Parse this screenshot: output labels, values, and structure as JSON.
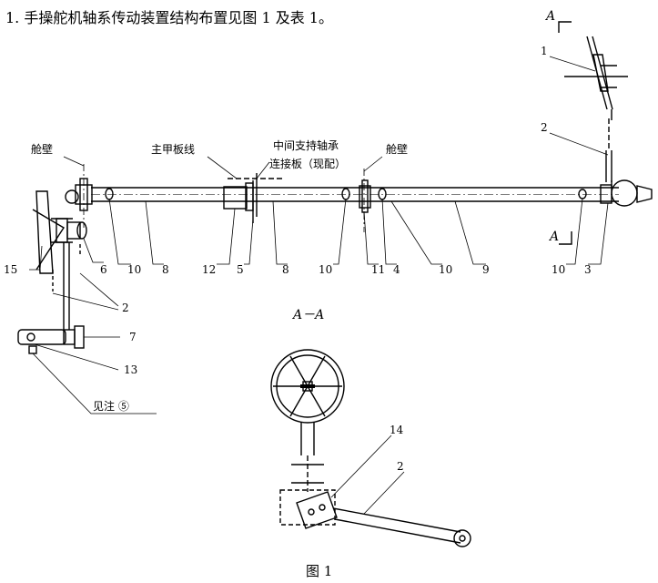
{
  "heading": "1. 手操舵机轴系传动装置结构布置见图 1 及表 1。",
  "labels": {
    "bulkhead_left": "舱壁",
    "main_deck_line": "主甲板线",
    "intermediate_bearing": "中间支持轴承",
    "connecting_plate": "连接板（现配）",
    "bulkhead_right": "舱壁",
    "see_note": "见注 ⑤",
    "section_top_letter": "A",
    "section_bottom_letter": "A",
    "section_title": "A－A",
    "figure_caption": "图 1"
  },
  "callouts": {
    "c15": "15",
    "c6": "6",
    "c10a": "10",
    "c8a": "8",
    "c12": "12",
    "c5": "5",
    "c8b": "8",
    "c10b": "10",
    "c11": "11",
    "c4": "4",
    "c10c": "10",
    "c9": "9",
    "c10d": "10",
    "c3": "3",
    "c1": "1",
    "c2a": "2",
    "c2b": "2",
    "c7": "7",
    "c13": "13",
    "c14": "14",
    "c2c": "2"
  }
}
